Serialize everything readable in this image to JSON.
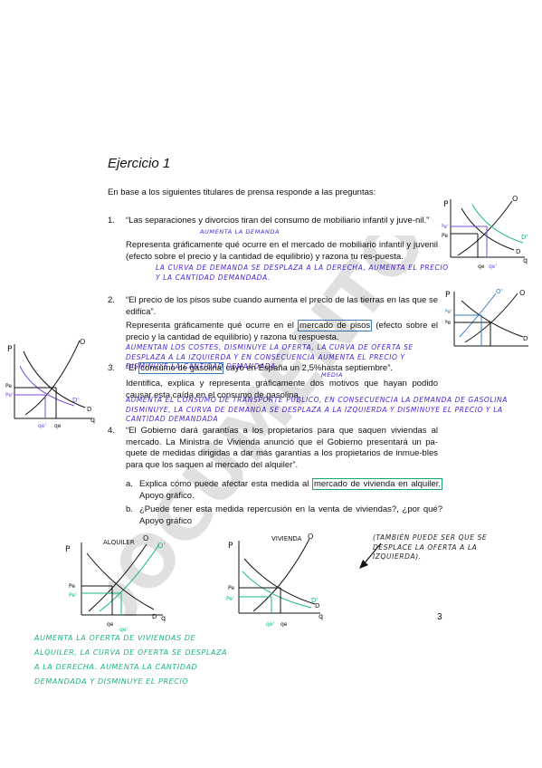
{
  "title": "Ejercicio 1",
  "intro": "En base a los siguientes titulares de prensa responde a las preguntas:",
  "q1": {
    "num": "1.",
    "headline": "“Las separaciones y divorcios tiran del consumo de mobiliario infantil y juve-nil.”",
    "task": "Representa gráficamente qué ocurre en el mercado de mobiliario infantil y juvenil (efecto sobre el precio y la cantidad de equilibrio) y razona tu res-puesta.",
    "note_top": "AUMENTA LA DEMANDA",
    "answer": "LA CURVA DE DEMANDA SE DESPLAZA A LA DERECHA, AUMENTA EL PRECIO Y LA CANTIDAD DEMANDADA."
  },
  "q2": {
    "num": "2.",
    "headline_pre": "“El precio de los pisos sube cuando aumenta el precio de las tierras en las que se edifica”.",
    "task_pre": "Representa gráficamente qué ocurre en el ",
    "task_box": "mercado de pisos",
    "task_post": " (efecto sobre el precio y la cantidad de equilibrio) y razona tu respuesta.",
    "answer": "AUMENTAN LOS COSTES, DISMINUYE LA OFERTA, LA CURVA DE OFERTA SE DESPLAZA A LA IZQUIERDA Y EN CONSECUENCIA AUMENTA EL PRECIO Y DISMINUYE LA CANTIDAD DEMANDADA"
  },
  "q3": {
    "num": "3.",
    "headline_pre": "“El ",
    "headline_box": "consumo de gasolina",
    "headline_post": " cayó en España un 2,5%hasta septiembre”.",
    "task": "Identifica, explica y representa gráficamente dos motivos que hayan podido causar esta caída en el consumo de gasolina.",
    "note_top": "MEDIA",
    "answer": "AUMENTA EL CONSUMO DE TRANSPORTE PÚBLICO, EN CONSECUENCIA LA DEMANDA DE GASOLINA DISMINUYE, LA CURVA DE DEMANDA SE DESPLAZA A LA IZQUIERDA Y DISMINUYE EL PRECIO Y LA CANTIDAD DEMANDADA"
  },
  "q4": {
    "num": "4.",
    "text": "“El Gobierno dará garantías a los propietarios para que saquen viviendas al mercado. La Ministra de Vivienda anunció que el Gobierno presentará un pa-quete de medidas dirigidas a dar más garantías a los propietarios de inmue-bles para que los saquen al mercado del alquiler”.",
    "a_label": "a.",
    "a_pre": "Explica cómo puede afectar esta medida al ",
    "a_box": "mercado de vivienda en alquiler.",
    "a_post": " Apoyo gráfico.",
    "b_label": "b.",
    "b_text": "¿Puede tener esta medida repercusión en la venta de viviendas?, ¿por qué? Apoyo gráfico"
  },
  "note_right": "(TAMBIÉN PUEDE SER QUE SE DESPLACE LA OFERTA A LA IZQUIERDA).",
  "answer_4a": "AUMENTA LA OFERTA DE VIVIENDAS DE ALQUILER, LA CURVA DE OFERTA SE DESPLAZA A LA DERECHA. AUMENTA LA CANTIDAD DEMANDADA Y DISMINUYE EL PRECIO",
  "page_number": "3",
  "watermark": "DOCUMENTO",
  "graph_labels": {
    "P": "P",
    "O": "O",
    "O1": "O'",
    "D": "D",
    "D1": "D'",
    "q": "q",
    "Pe": "Pe",
    "Pe1": "Pe'",
    "Qe": "qe",
    "Qe1": "qe'",
    "alquiler": "ALQUILER",
    "vivienda": "VIVIENDA"
  },
  "colors": {
    "pen_purple": "#4a1fd6",
    "pen_green": "#17b57a",
    "pen_blue": "#3a7bbf",
    "ink": "#111111"
  }
}
